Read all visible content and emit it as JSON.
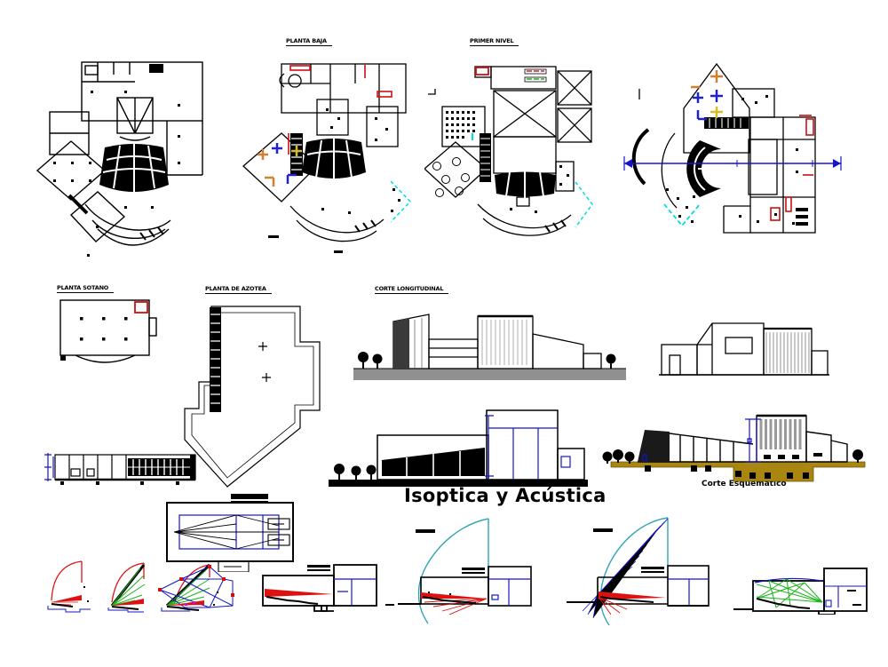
{
  "labels": {
    "planta_baja": "PLANTA BAJA",
    "primer_nivel": "PRIMER NIVEL",
    "planta_sotano": "PLANTA SOTANO",
    "planta_de_azotea": "PLANTA DE AZOTEA",
    "corte_longitudinal": "CORTE LONGITUDINAL",
    "corte_esquematico": "Corte Esquemático",
    "main_title": "Isoptica y Acústica"
  },
  "colors": {
    "ink": "#000000",
    "accent_red": "#cc1111",
    "accent_cyan": "#00dede",
    "arc_teal": "#2fa6b5",
    "line_blue": "#1414cc",
    "ray_green": "#18b418",
    "ray_magenta": "#c018c0",
    "furniture_orange": "#d08030",
    "furniture_yellow": "#d4bc2a",
    "furniture_blue": "#2222cc",
    "ground_gray": "#909090",
    "ground_olive": "#a8860f",
    "curtain_gray": "#999999"
  },
  "figures": [
    {
      "name": "floor-plan-1"
    },
    {
      "name": "floor-plan-planta-baja",
      "label_key": "planta_baja"
    },
    {
      "name": "floor-plan-primer-nivel",
      "label_key": "primer_nivel"
    },
    {
      "name": "floor-plan-upper-with-section-line"
    },
    {
      "name": "floor-plan-sotano",
      "label_key": "planta_sotano"
    },
    {
      "name": "roof-plan-azotea",
      "label_key": "planta_de_azotea"
    },
    {
      "name": "elevation-corte-longitudinal",
      "label_key": "corte_longitudinal"
    },
    {
      "name": "elevation-secondary"
    },
    {
      "name": "section-strip"
    },
    {
      "name": "section-center"
    },
    {
      "name": "section-corte-esquematico",
      "label_key": "corte_esquematico"
    },
    {
      "name": "stage-plan-detail"
    },
    {
      "name": "isoptic-diagram-red-arc"
    },
    {
      "name": "isoptic-diagram-green-rays"
    },
    {
      "name": "isoptic-diagram-blue-network"
    },
    {
      "name": "isoptic-section-red-rays"
    },
    {
      "name": "isoptic-section-cyan-arc"
    },
    {
      "name": "isoptic-section-blue-fan"
    },
    {
      "name": "acoustic-section-green-reflections"
    }
  ]
}
